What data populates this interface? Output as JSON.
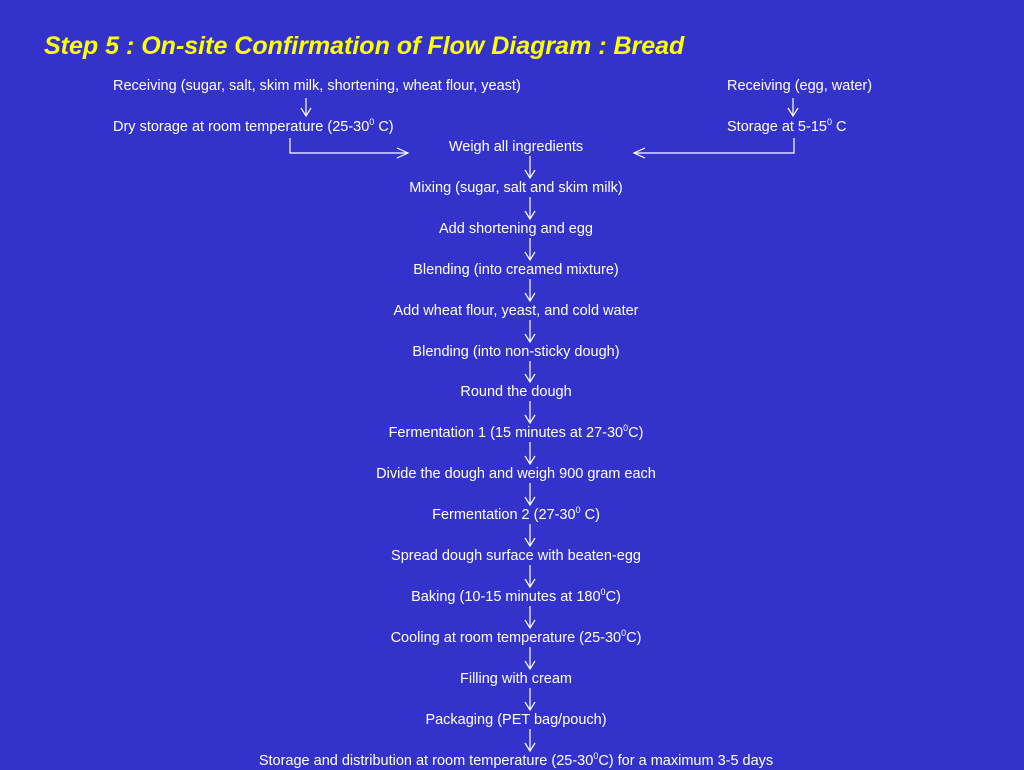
{
  "title": "Step 5 : On-site Confirmation of Flow Diagram : Bread",
  "colors": {
    "background": "#3333cc",
    "title": "#ffff00",
    "text": "#ffffff",
    "arrows": "#ffffff"
  },
  "left_branch": {
    "receiving": "Receiving  (sugar, salt, skim milk, shortening, wheat  flour, yeast)",
    "storage": {
      "text": "Dry storage at room temperature (25-30",
      "sup": "0",
      "tail": " C)"
    }
  },
  "right_branch": {
    "receiving": "Receiving (egg, water)",
    "storage": {
      "text": "Storage at 5-15",
      "sup": "0",
      "tail": " C"
    }
  },
  "steps": [
    {
      "text": "Weigh all ingredients",
      "sup": "",
      "tail": ""
    },
    {
      "text": "Mixing (sugar, salt and skim milk)",
      "sup": "",
      "tail": ""
    },
    {
      "text": "Add shortening  and egg",
      "sup": "",
      "tail": ""
    },
    {
      "text": "Blending (into creamed mixture)",
      "sup": "",
      "tail": ""
    },
    {
      "text": "Add wheat flour, yeast, and cold water",
      "sup": "",
      "tail": ""
    },
    {
      "text": "Blending (into non-sticky dough)",
      "sup": "",
      "tail": ""
    },
    {
      "text": "Round the dough",
      "sup": "",
      "tail": ""
    },
    {
      "text": "Fermentation 1 (15 minutes at 27-30",
      "sup": "0",
      "tail": "C)"
    },
    {
      "text": "Divide the dough  and weigh 900 gram each",
      "sup": "",
      "tail": ""
    },
    {
      "text": "Fermentation 2 (27-30",
      "sup": "0",
      "tail": " C)"
    },
    {
      "text": "Spread dough surface with beaten-egg",
      "sup": "",
      "tail": ""
    },
    {
      "text": "Baking  (10-15 minutes at 180",
      "sup": "0",
      "tail": "C)"
    },
    {
      "text": "Cooling  at room temperature (25-30",
      "sup": "0",
      "tail": "C)"
    },
    {
      "text": "Filling  with cream",
      "sup": "",
      "tail": ""
    },
    {
      "text": "Packaging  (PET bag/pouch)",
      "sup": "",
      "tail": ""
    },
    {
      "text": "Storage and distribution  at room temperature (25-30",
      "sup": "0",
      "tail": "C) for a maximum 3-5 days"
    }
  ]
}
